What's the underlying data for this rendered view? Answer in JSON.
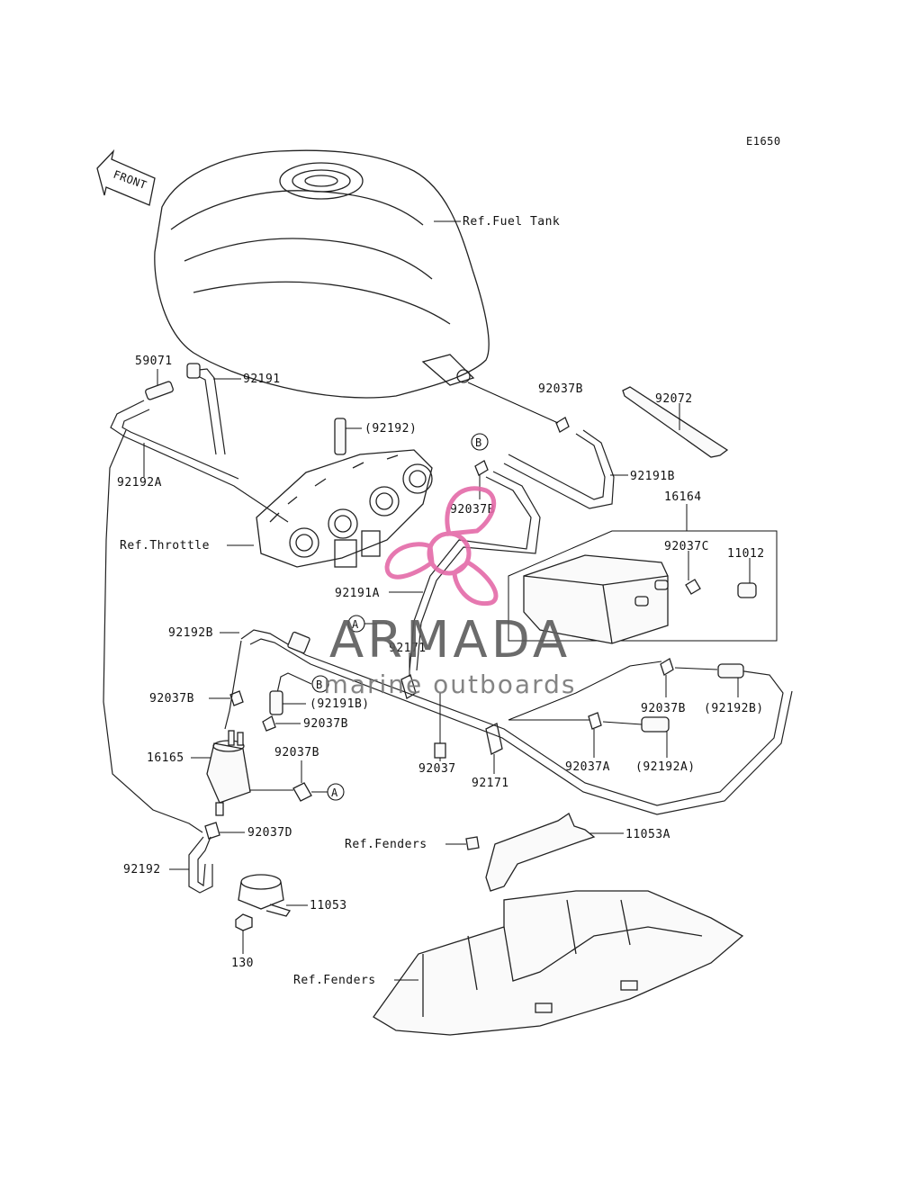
{
  "diagram_code": "E1650",
  "front_arrow_text": "FRONT",
  "labels": {
    "ref_fuel_tank": "Ref.Fuel Tank",
    "p59071": "59071",
    "p92191": "92191",
    "p92192_paren": "(92192)",
    "p92192A": "92192A",
    "ref_throttle": "Ref.Throttle",
    "p92037B_top": "92037B",
    "p92072": "92072",
    "p92191B": "92191B",
    "p16164": "16164",
    "p92037B_mid": "92037B",
    "p92037C": "92037C",
    "p11012": "11012",
    "p92191A": "92191A",
    "p92171_top": "92171",
    "p92192B": "92192B",
    "p92037B_left": "92037B",
    "p92191B_paren": "(92191B)",
    "p92037B_left2": "92037B",
    "p92037B_left3": "92037B",
    "p16165": "16165",
    "p92037": "92037",
    "p92171_bot": "92171",
    "p92037A": "92037A",
    "p92192A_paren": "(92192A)",
    "p92037B_right": "92037B",
    "p92192B_paren": "(92192B)",
    "p92037D": "92037D",
    "ref_fenders_top": "Ref.Fenders",
    "p11053A": "11053A",
    "p92192": "92192",
    "p11053": "11053",
    "p130": "130",
    "ref_fenders_bot": "Ref.Fenders"
  },
  "callouts": {
    "a_letter": "A",
    "b_letter": "B"
  },
  "watermark": {
    "title": "ARMADA",
    "subtitle": "marine outboards",
    "color": "#e46aa8"
  }
}
